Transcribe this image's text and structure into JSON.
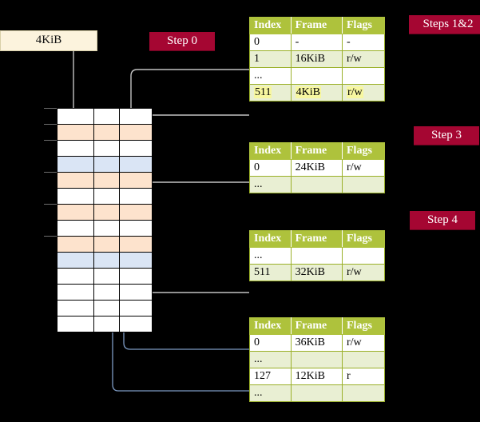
{
  "title": "Multi-level page table walk diagram",
  "labels": {
    "step0": "Step 0",
    "steps12": "Steps 1&2",
    "step3": "Step 3",
    "step4": "Step 4"
  },
  "source_box": {
    "label": "4KiB"
  },
  "colors": {
    "badge_bg": "#a50632",
    "badge_text": "#ffffff",
    "table_header_bg": "#aec23c",
    "table_header_text": "#ffffff",
    "table_row_alt_bg": "#e9efd3",
    "table_border": "#9ab028",
    "highlight_bg": "#f7f7a0",
    "mem_orange": "#fde3cd",
    "mem_blue": "#dae5f5",
    "mem_white": "#ffffff",
    "source_box_bg": "#fcf3dd",
    "gray_arrow": "#b8b8b8",
    "blue_arrow": "#5b7fb5",
    "background": "#000000"
  },
  "tables": [
    {
      "name": "table-steps-1-2",
      "columns": [
        "Index",
        "Frame",
        "Flags"
      ],
      "rows": [
        {
          "index": "0",
          "frame": "-",
          "flags": "-",
          "highlight": false,
          "shade": "odd"
        },
        {
          "index": "1",
          "frame": "16KiB",
          "flags": "r/w",
          "highlight": false,
          "shade": "even"
        },
        {
          "index": "...",
          "frame": "",
          "flags": "",
          "highlight": false,
          "shade": "odd"
        },
        {
          "index": "511",
          "frame": "4KiB",
          "flags": "r/w",
          "highlight": true,
          "shade": "even"
        }
      ]
    },
    {
      "name": "table-step-3",
      "columns": [
        "Index",
        "Frame",
        "Flags"
      ],
      "rows": [
        {
          "index": "0",
          "frame": "24KiB",
          "flags": "r/w",
          "highlight": false,
          "shade": "odd"
        },
        {
          "index": "...",
          "frame": "",
          "flags": "",
          "highlight": false,
          "shade": "even"
        }
      ]
    },
    {
      "name": "table-step-4",
      "columns": [
        "Index",
        "Frame",
        "Flags"
      ],
      "rows": [
        {
          "index": "...",
          "frame": "",
          "flags": "",
          "highlight": false,
          "shade": "odd"
        },
        {
          "index": "511",
          "frame": "32KiB",
          "flags": "r/w",
          "highlight": false,
          "shade": "even"
        }
      ]
    },
    {
      "name": "table-bottom",
      "columns": [
        "Index",
        "Frame",
        "Flags"
      ],
      "rows": [
        {
          "index": "0",
          "frame": "36KiB",
          "flags": "r/w",
          "highlight": false,
          "shade": "odd"
        },
        {
          "index": "...",
          "frame": "",
          "flags": "",
          "highlight": false,
          "shade": "even"
        },
        {
          "index": "127",
          "frame": "12KiB",
          "flags": "r",
          "highlight": false,
          "shade": "odd"
        },
        {
          "index": "...",
          "frame": "",
          "flags": "",
          "highlight": false,
          "shade": "even"
        }
      ]
    }
  ],
  "memory_grid": {
    "name": "physical-memory-column",
    "rows": [
      {
        "fill": "white",
        "tick": true
      },
      {
        "fill": "orange",
        "tick": true
      },
      {
        "fill": "white",
        "tick": true
      },
      {
        "fill": "blue",
        "tick": false
      },
      {
        "fill": "orange",
        "tick": true
      },
      {
        "fill": "white",
        "tick": false
      },
      {
        "fill": "orange",
        "tick": true
      },
      {
        "fill": "white",
        "tick": false
      },
      {
        "fill": "orange",
        "tick": true
      },
      {
        "fill": "blue",
        "tick": false
      },
      {
        "fill": "white",
        "tick": false
      },
      {
        "fill": "white",
        "tick": false
      },
      {
        "fill": "white",
        "tick": false
      },
      {
        "fill": "white",
        "tick": false
      }
    ]
  }
}
